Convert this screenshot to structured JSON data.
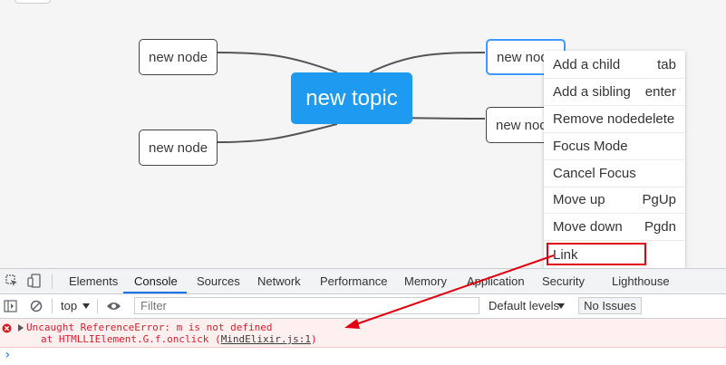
{
  "mindmap": {
    "root_label": "new topic",
    "nodes": [
      "new node",
      "new node",
      "new node",
      "new node"
    ],
    "root_color": "#1e9bf0"
  },
  "context_menu": {
    "items": [
      {
        "label": "Add a child",
        "key": "tab"
      },
      {
        "label": "Add a sibling",
        "key": "enter"
      },
      {
        "label": "Remove node",
        "key": "delete"
      },
      {
        "label": "Focus Mode",
        "key": ""
      },
      {
        "label": "Cancel Focus",
        "key": ""
      },
      {
        "label": "Move up",
        "key": "PgUp"
      },
      {
        "label": "Move down",
        "key": "Pgdn"
      },
      {
        "label": "Link",
        "key": ""
      }
    ],
    "highlight_color": "#e0000f"
  },
  "devtools": {
    "tabs": [
      "Elements",
      "Console",
      "Sources",
      "Network",
      "Performance",
      "Memory",
      "Application",
      "Security",
      "Lighthouse"
    ],
    "active_tab": "Console",
    "context": "top",
    "filter_placeholder": "Filter",
    "levels": "Default levels",
    "issues": "No Issues",
    "error_line1": "Uncaught ReferenceError: m is not defined",
    "error_line2_prefix": "at HTMLLIElement.G.f.onclick (",
    "error_link": "MindElixir.js:1",
    "error_line2_suffix": ")",
    "prompt": "›",
    "error_color": "#d91d2d"
  }
}
